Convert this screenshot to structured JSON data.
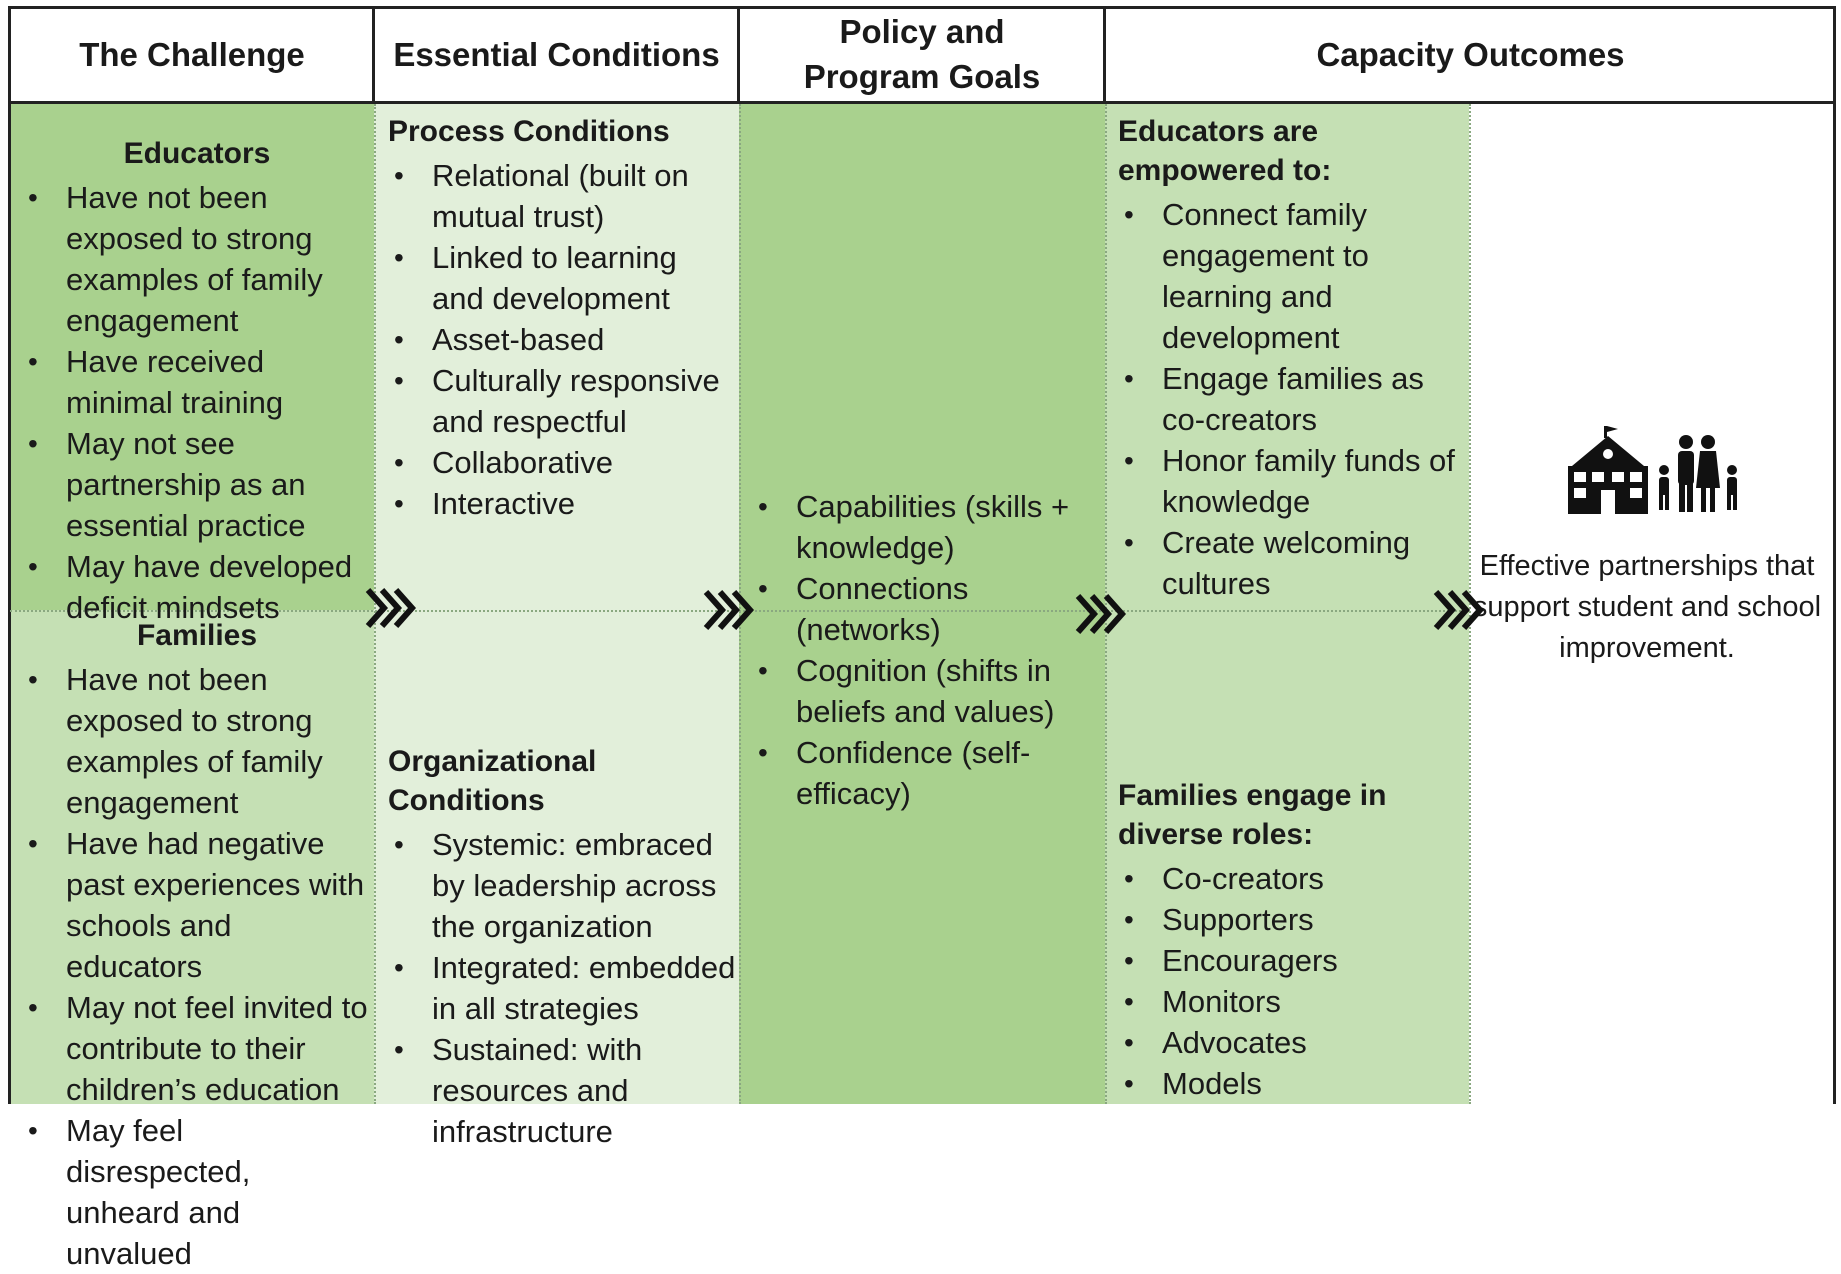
{
  "headers": {
    "challenge": "The Challenge",
    "essential": "Essential Conditions",
    "policy": "Policy and Program Goals",
    "capacity": "Capacity Outcomes"
  },
  "challenge": {
    "educators": {
      "title": "Educators",
      "items": [
        "Have not been exposed to strong examples of family engagement",
        "Have received minimal training",
        "May not see partnership as an essential practice",
        "May have developed deficit mindsets"
      ]
    },
    "families": {
      "title": "Families",
      "items": [
        "Have not been exposed to strong examples of family engagement",
        "Have had negative past experiences with schools and educators",
        "May not feel invited to contribute to their children’s education",
        "May feel disrespected, unheard and unvalued"
      ]
    }
  },
  "essential": {
    "process": {
      "title": "Process Conditions",
      "items": [
        "Relational (built on mutual trust)",
        "Linked to learning and development",
        "Asset-based",
        "Culturally responsive and respectful",
        "Collaborative",
        "Interactive"
      ]
    },
    "organizational": {
      "title": "Organizational Conditions",
      "items": [
        "Systemic: embraced by leadership across the organization",
        "Integrated: embedded in all strategies",
        "Sustained: with resources and infrastructure"
      ]
    }
  },
  "policy": {
    "items": [
      "Capabilities (skills + knowledge)",
      "Connections (networks)",
      "Cognition (shifts in beliefs and values)",
      "Confidence (self-efficacy)"
    ]
  },
  "capacity": {
    "educators": {
      "title": "Educators are empowered to:",
      "items": [
        "Connect family engagement to learning and development",
        "Engage families as co-creators",
        "Honor family funds of knowledge",
        "Create welcoming cultures"
      ]
    },
    "families": {
      "title": "Families engage in diverse roles:",
      "items": [
        "Co-creators",
        "Supporters",
        "Encouragers",
        "Monitors",
        "Advocates",
        "Models"
      ]
    },
    "outcome": "Effective partnerships that support student and school improvement.",
    "icons": [
      "school-icon",
      "family-icon"
    ]
  },
  "colors": {
    "dark_green": "#a9d18e",
    "mid_green": "#c5e0b4",
    "light_green": "#e2efda",
    "arrow": "#111111"
  }
}
